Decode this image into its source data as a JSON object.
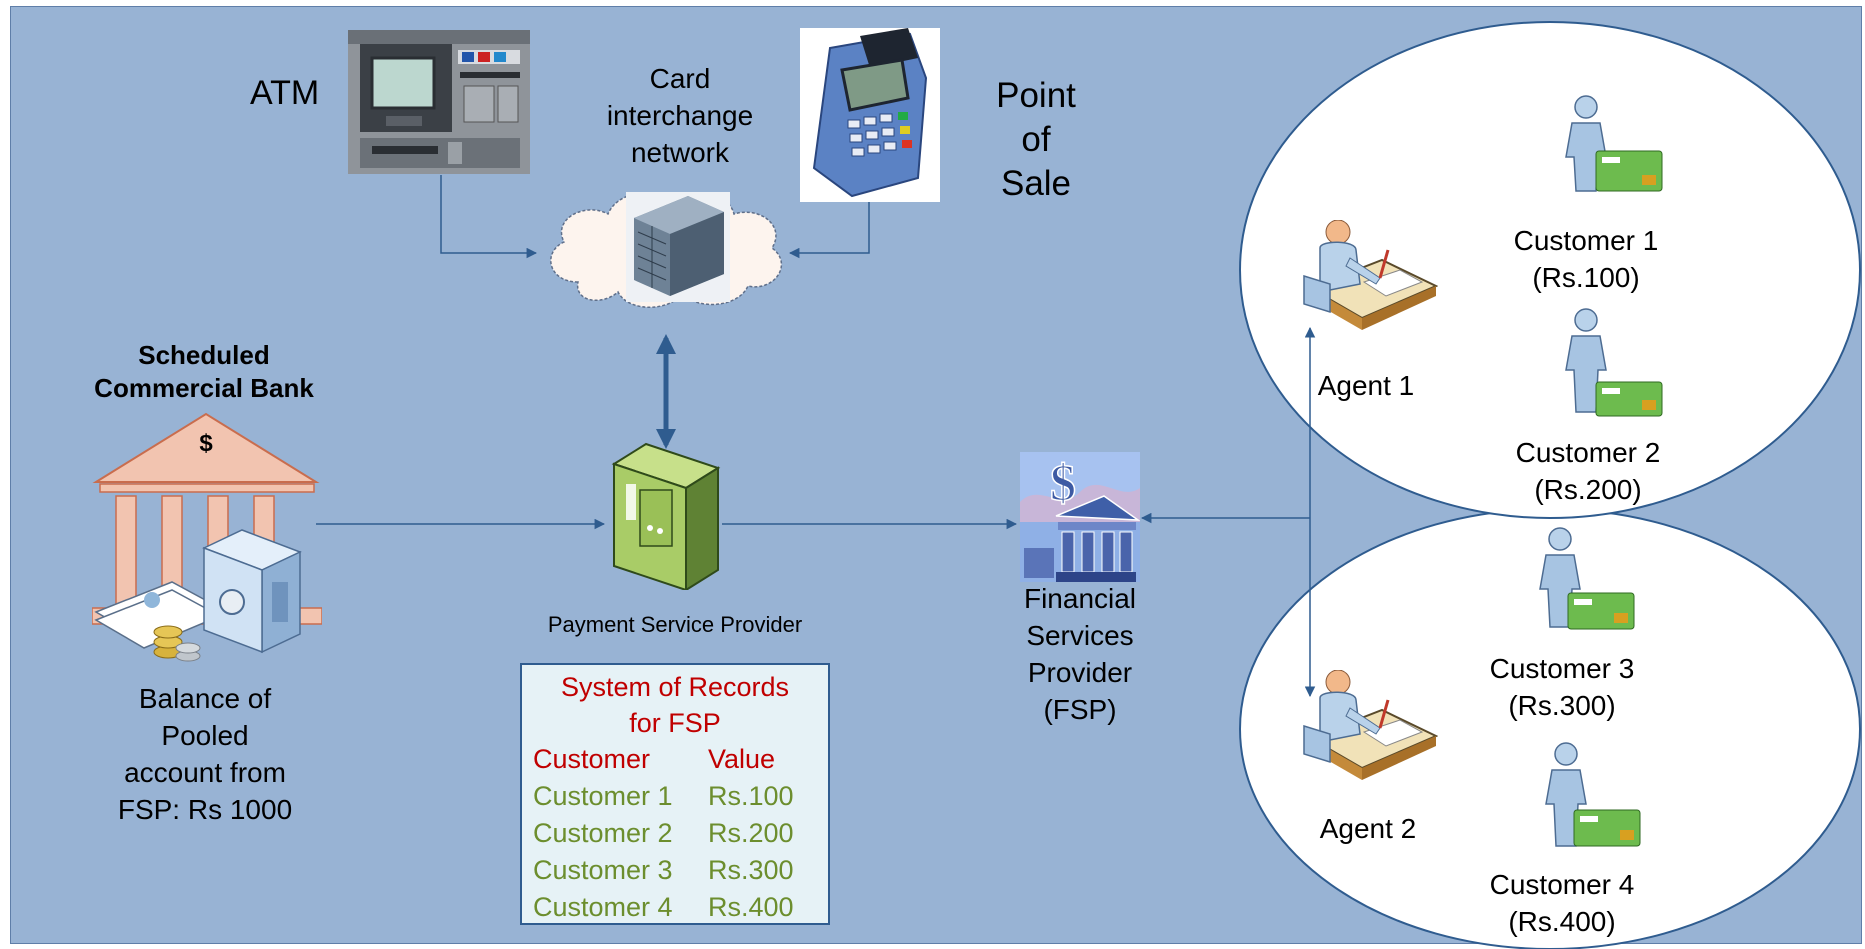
{
  "atm": {
    "label": "ATM"
  },
  "network": {
    "label_lines": [
      "Card",
      "interchange",
      "network"
    ]
  },
  "pos": {
    "label_lines": [
      "Point",
      "of",
      "Sale"
    ]
  },
  "bank": {
    "title_lines": [
      "Scheduled",
      "Commercial Bank"
    ],
    "symbol": "$",
    "balance_lines": [
      "Balance of",
      "Pooled",
      "account from",
      "FSP: Rs 1000"
    ]
  },
  "psp": {
    "label": "Payment Service Provider"
  },
  "fsp": {
    "label_lines": [
      "Financial",
      "Services",
      "Provider",
      "(FSP)"
    ]
  },
  "records": {
    "title_lines": [
      "System of Records",
      "for FSP"
    ],
    "headers": [
      "Customer",
      "Value"
    ],
    "rows": [
      [
        "Customer 1",
        "Rs.100"
      ],
      [
        "Customer 2",
        "Rs.200"
      ],
      [
        "Customer 3",
        "Rs.300"
      ],
      [
        "Customer 4",
        "Rs.400"
      ]
    ]
  },
  "agents": [
    {
      "name": "Agent 1"
    },
    {
      "name": "Agent 2"
    }
  ],
  "customers": [
    {
      "name": "Customer 1",
      "amount": "(Rs.100)"
    },
    {
      "name": "Customer 2",
      "amount": "(Rs.200)"
    },
    {
      "name": "Customer 3",
      "amount": "(Rs.300)"
    },
    {
      "name": "Customer 4",
      "amount": "(Rs.400)"
    }
  ],
  "colors": {
    "background": "#98b3d4",
    "connector": "#2f5c8f",
    "records_title": "#c00000",
    "records_values": "#6c8e2e"
  }
}
